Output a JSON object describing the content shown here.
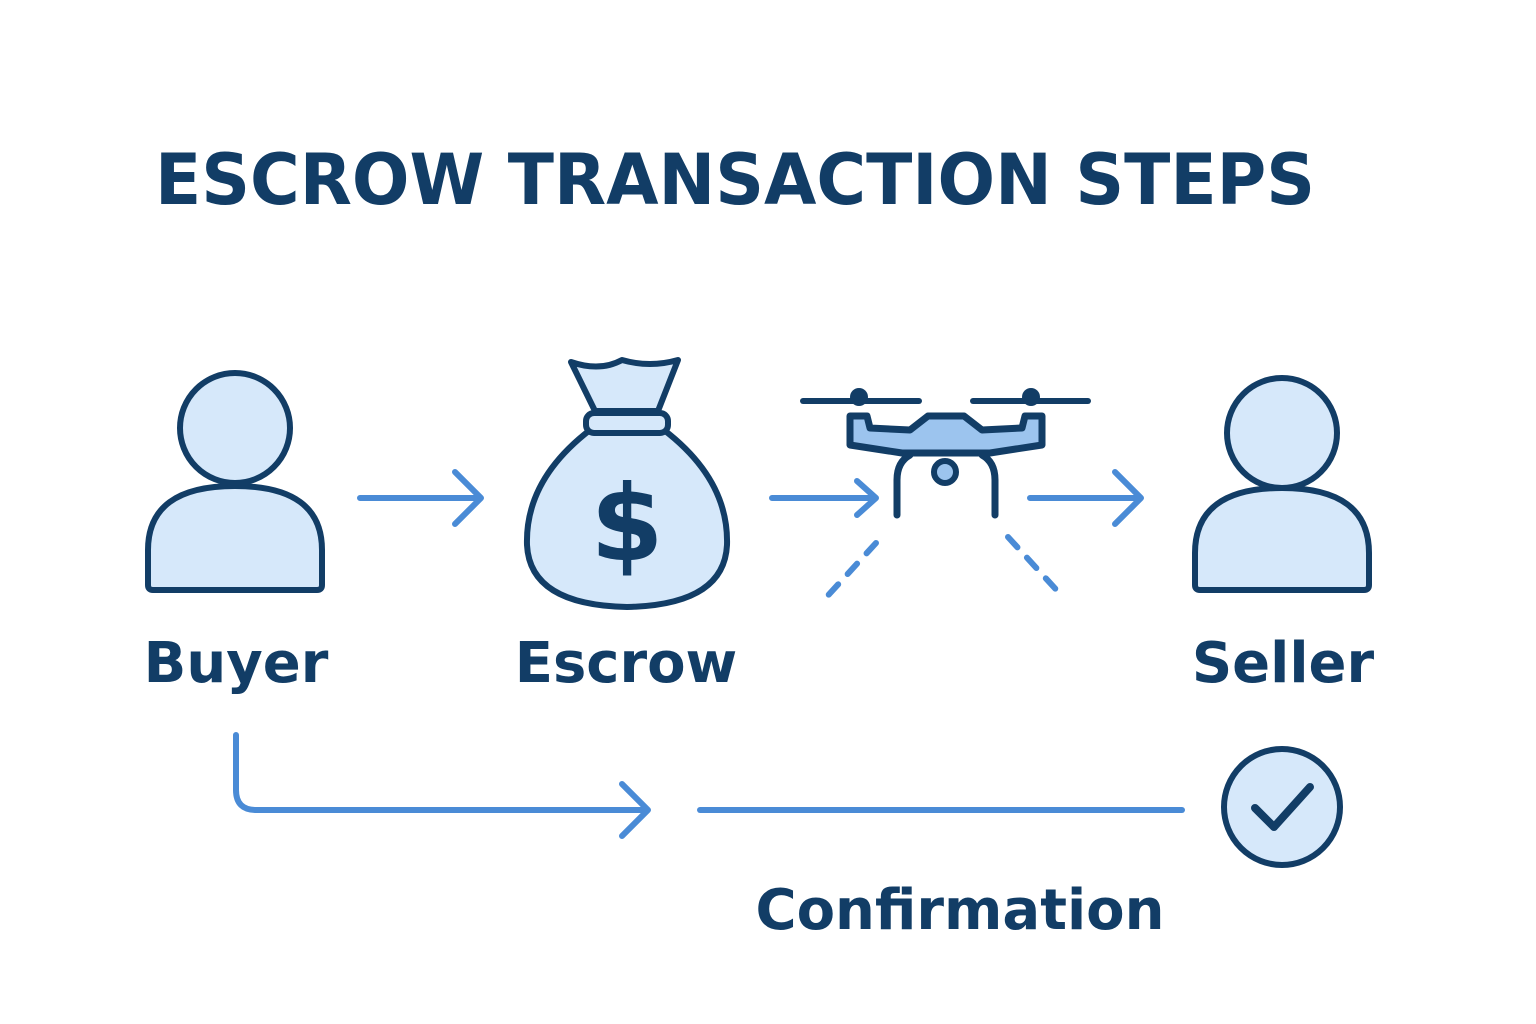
{
  "title": "ESCROW TRANSACTION STEPS",
  "nodes": {
    "buyer": "Buyer",
    "escrow": "Escrow",
    "seller": "Seller",
    "confirmation": "Confirmation"
  },
  "icons": [
    "buyer-person-icon",
    "money-bag-icon",
    "drone-icon",
    "seller-person-icon",
    "check-circle-icon"
  ],
  "colors": {
    "text": "#123d66",
    "fill": "#d6e8fa",
    "arrow": "#4a8bd6",
    "drone": "#9cc4ee"
  }
}
